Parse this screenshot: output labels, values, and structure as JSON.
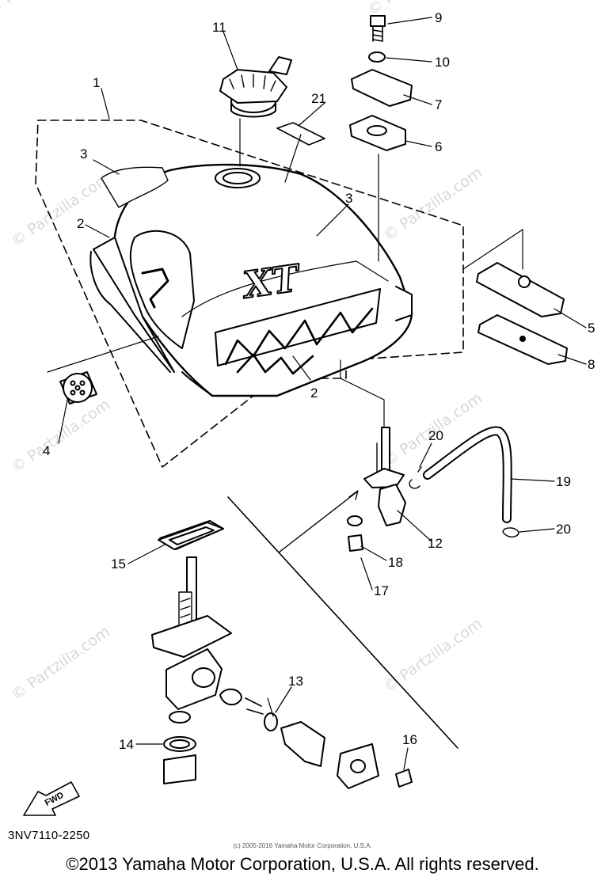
{
  "diagram": {
    "callouts": {
      "c1": "1",
      "c2a": "2",
      "c2b": "2",
      "c3a": "3",
      "c3b": "3",
      "c4": "4",
      "c5": "5",
      "c6": "6",
      "c7": "7",
      "c8": "8",
      "c9": "9",
      "c10": "10",
      "c11": "11",
      "c12": "12",
      "c13": "13",
      "c14": "14",
      "c15": "15",
      "c16": "16",
      "c17": "17",
      "c18": "18",
      "c19": "19",
      "c20a": "20",
      "c20b": "20",
      "c21": "21"
    },
    "tank_logo": "XT",
    "fwd_label": "FWD"
  },
  "watermark": "© Partzilla.com",
  "footer": {
    "drawing_code": "3NV7110-2250",
    "small_copyright": "(c) 2005-2016 Yamaha Motor Corporation, U.S.A.",
    "main_copyright": "©2013 Yamaha Motor Corporation, U.S.A. All rights reserved."
  }
}
